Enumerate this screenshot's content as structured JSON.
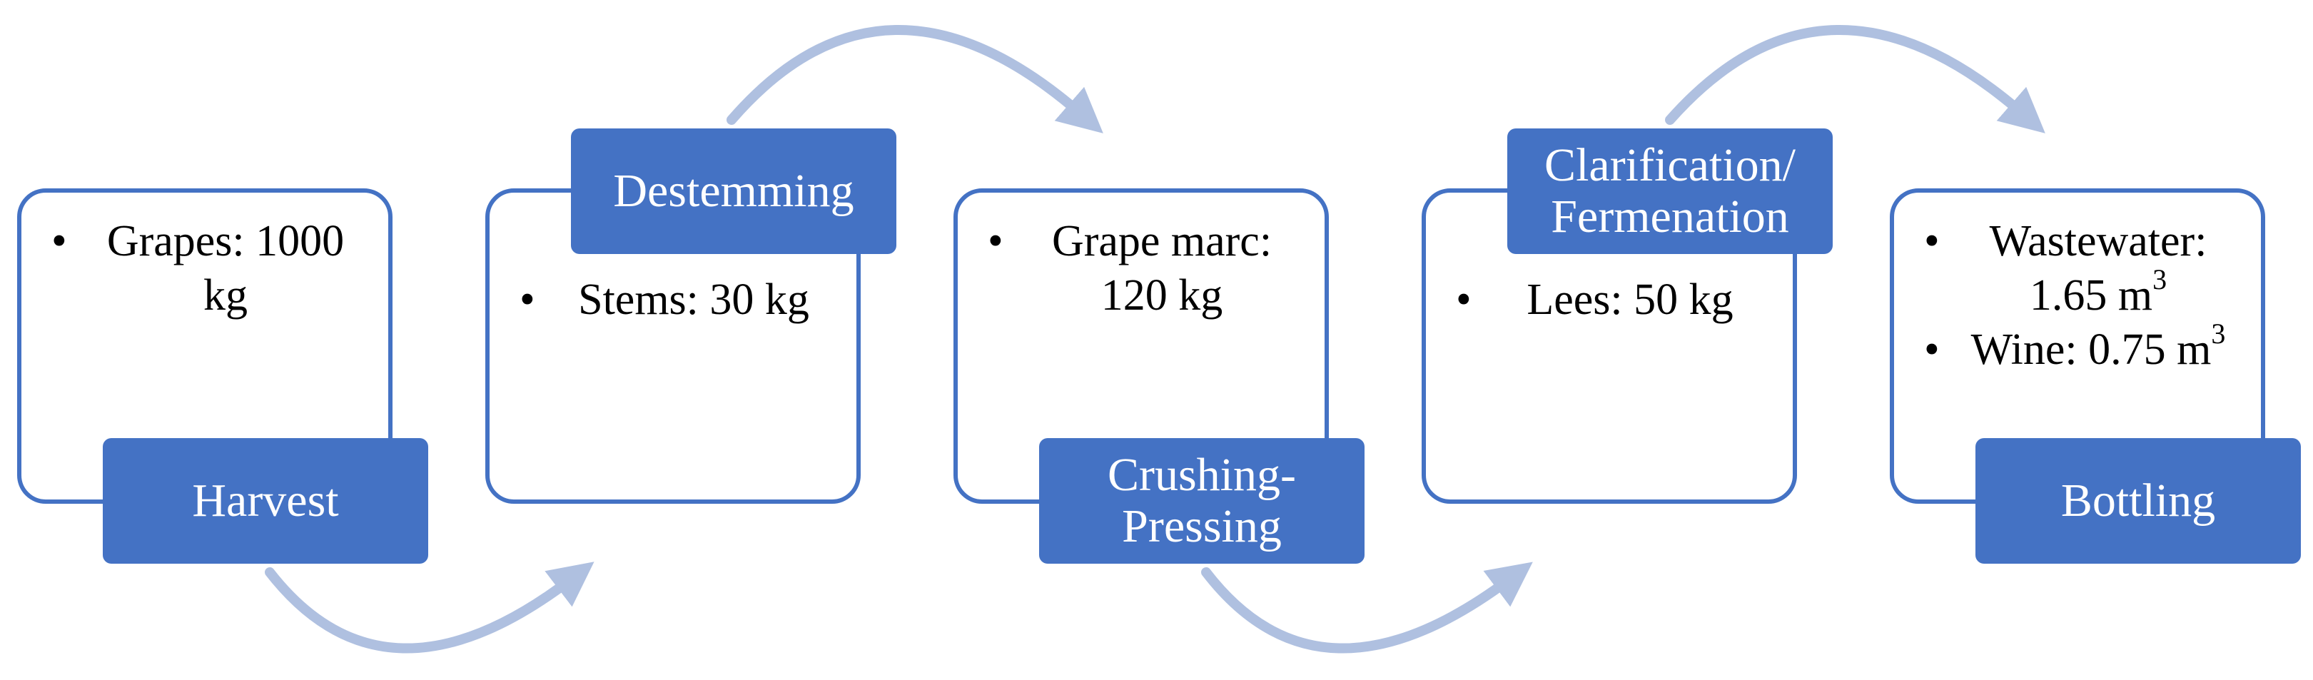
{
  "colors": {
    "box_border": "#4472C4",
    "label_fill": "#4472C4",
    "label_text": "#FFFFFF",
    "arrow": "#AFC0E0"
  },
  "steps": [
    {
      "label": "Harvest",
      "items": [
        {
          "text": "Grapes: 1000 kg"
        }
      ]
    },
    {
      "label": "Destemming",
      "items": [
        {
          "text": "Stems: 30 kg"
        }
      ]
    },
    {
      "label": "Crushing-Pressing",
      "items": [
        {
          "text": "Grape marc: 120 kg"
        }
      ]
    },
    {
      "label": "Clarification/ Fermenation",
      "items": [
        {
          "text": "Lees: 50 kg"
        }
      ]
    },
    {
      "label": "Bottling",
      "items": [
        {
          "text": "Wastewater: 1.65 m",
          "sup": "3"
        },
        {
          "text": "Wine: 0.75 m",
          "sup": "3"
        }
      ]
    }
  ]
}
